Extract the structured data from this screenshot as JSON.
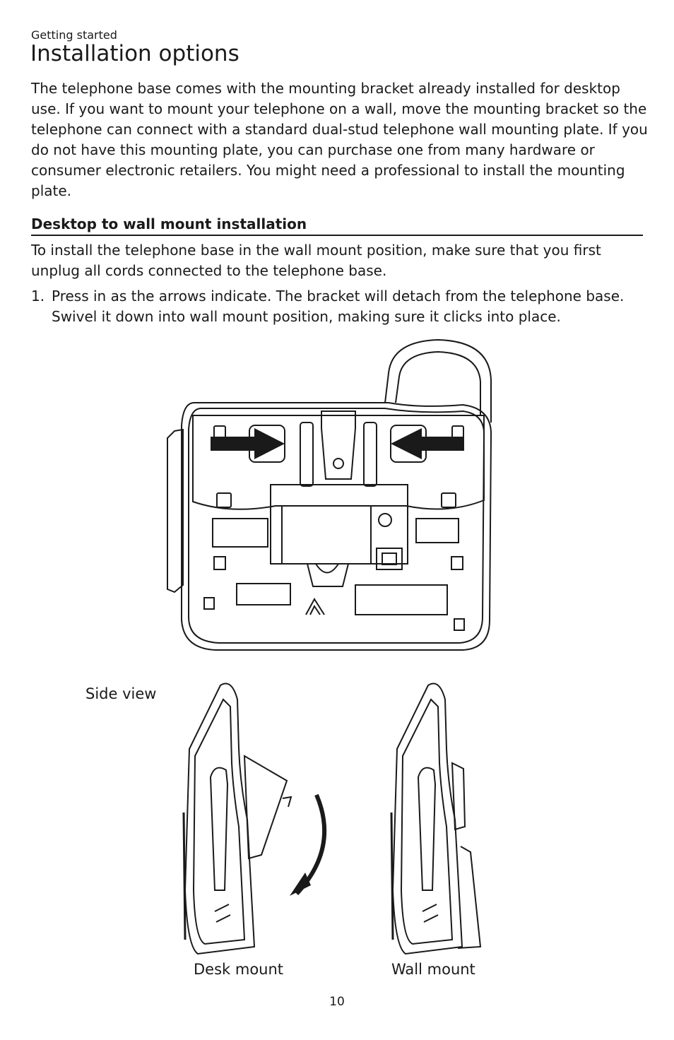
{
  "header": {
    "section": "Getting started",
    "title": "Installation options"
  },
  "intro": "The telephone base comes with the mounting bracket already installed for desktop use. If you want to mount your telephone on a wall, move the mounting bracket so the telephone can connect with a standard dual-stud telephone wall mounting plate. If you do not have this mounting plate, you can purchase one from many hardware or consumer electronic retailers. You might need a professional to install the mounting plate.",
  "subsection": {
    "title": "Desktop to wall mount installation",
    "paragraph": "To install the telephone base in the wall mount position, make sure that you first unplug all cords connected to the telephone base.",
    "steps": [
      {
        "number": "1.",
        "text": "Press in as the arrows indicate. The bracket will detach from the telephone base. Swivel it down into wall mount position, making sure it clicks into place."
      }
    ]
  },
  "figure": {
    "side_view_label": "Side view",
    "desk_mount_label": "Desk mount",
    "wall_mount_label": "Wall mount"
  },
  "footer": {
    "page_number": "10"
  }
}
